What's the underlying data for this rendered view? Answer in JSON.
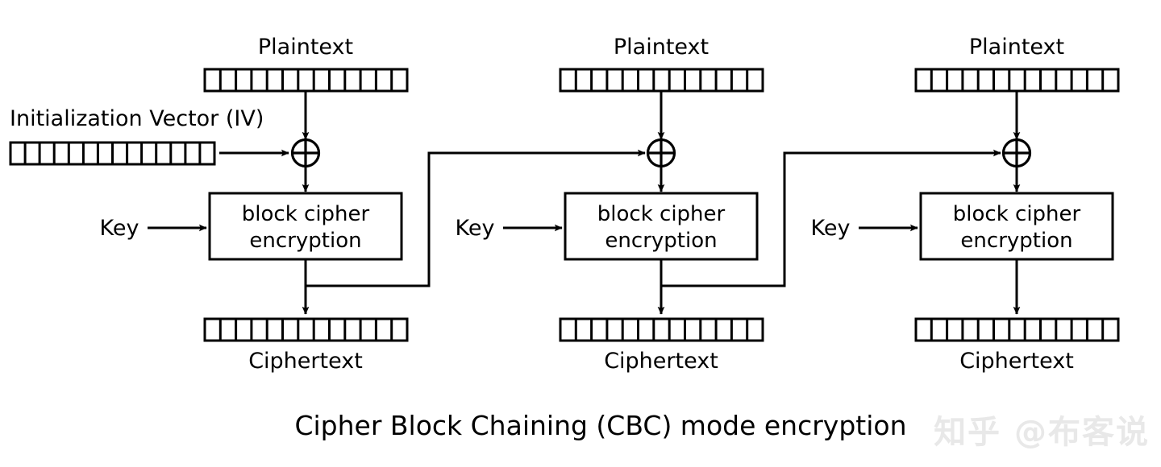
{
  "diagram": {
    "title": "Cipher Block Chaining (CBC) mode encryption",
    "iv_label": "Initialization Vector (IV)",
    "plaintext_label": "Plaintext",
    "ciphertext_label": "Ciphertext",
    "key_label": "Key",
    "cipher_box_line1": "block cipher",
    "cipher_box_line2": "encryption",
    "xor_symbol": "⊕",
    "bits_per_block": 13,
    "iv_bits": 14,
    "stages": 3,
    "colors": {
      "stroke": "#000000",
      "background": "#ffffff",
      "watermark": "#e8e8e8"
    }
  },
  "watermark": {
    "text": "知乎 @布客说"
  },
  "stages": [
    {
      "index": 1,
      "plaintext_label": "Plaintext",
      "ciphertext_label": "Ciphertext",
      "key_label": "Key",
      "cipher_line1": "block cipher",
      "cipher_line2": "encryption"
    },
    {
      "index": 2,
      "plaintext_label": "Plaintext",
      "ciphertext_label": "Ciphertext",
      "key_label": "Key",
      "cipher_line1": "block cipher",
      "cipher_line2": "encryption"
    },
    {
      "index": 3,
      "plaintext_label": "Plaintext",
      "ciphertext_label": "Ciphertext",
      "key_label": "Key",
      "cipher_line1": "block cipher",
      "cipher_line2": "encryption"
    }
  ]
}
